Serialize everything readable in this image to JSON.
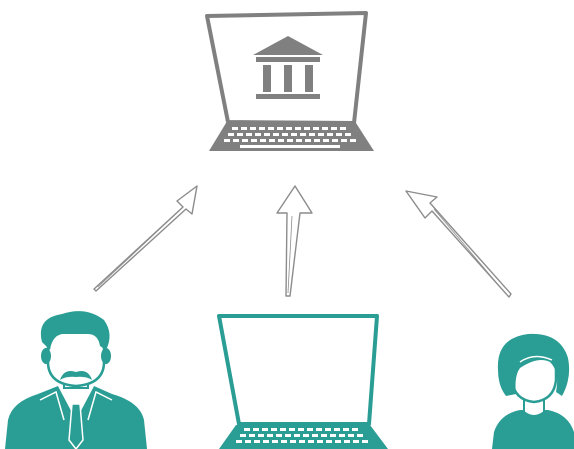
{
  "colors": {
    "gray": "#808080",
    "teal": "#2a9d95",
    "background": "#ffffff",
    "arrow_stroke": "#8c8c8c"
  },
  "nodes": [
    {
      "id": "bank-laptop",
      "icon": "bank-laptop-icon",
      "color": "gray"
    },
    {
      "id": "businessman",
      "icon": "businessman-icon",
      "color": "teal"
    },
    {
      "id": "client-laptop",
      "icon": "laptop-icon",
      "color": "teal"
    },
    {
      "id": "woman",
      "icon": "woman-icon",
      "color": "teal"
    }
  ],
  "edges": [
    {
      "from": "businessman",
      "to": "bank-laptop"
    },
    {
      "from": "client-laptop",
      "to": "bank-laptop"
    },
    {
      "from": "woman",
      "to": "bank-laptop"
    }
  ]
}
